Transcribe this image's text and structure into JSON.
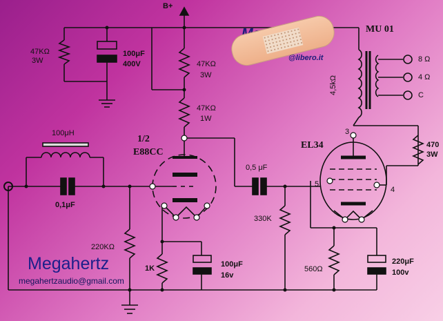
{
  "supply": "B+",
  "transformer": {
    "name": "MU 01",
    "primary_impedance": "4,5kΩ",
    "taps": [
      "8 Ω",
      "4 Ω",
      "C"
    ]
  },
  "stage1": {
    "tube_fraction": "1/2",
    "tube": "E88CC"
  },
  "stage2": {
    "tube": "EL34",
    "pins": [
      "3",
      "5",
      "4"
    ]
  },
  "components": {
    "r_decoupling": {
      "value": "47KΩ",
      "power": "3W"
    },
    "c_decoupling": {
      "value": "100μF",
      "voltage": "400V"
    },
    "r_anode_a": {
      "value": "47KΩ",
      "power": "3W"
    },
    "r_anode_b": {
      "value": "47KΩ",
      "power": "1W"
    },
    "inductor": "100μH",
    "c_input": "0,1μF",
    "r_grid": "220KΩ",
    "r_cathode1": "1K",
    "c_cathode1": {
      "value": "100μF",
      "voltage": "16v"
    },
    "c_coupling": "0,5 μF",
    "r_grid2": "330K",
    "r_g2": {
      "value": "470",
      "power": "3W"
    },
    "r_cathode2": "560Ω",
    "c_cathode2": {
      "value": "220μF",
      "voltage": "100v"
    }
  },
  "brand": "Megahertz",
  "email": "megahertzaudio@gmail.com",
  "watermark": {
    "text": "Mega",
    "suffix": "@libero.it"
  },
  "colors": {
    "background_start": "#9a1f8c",
    "background_end": "#f8cfe6",
    "ink": "#111111",
    "brand": "#1b1f8a"
  }
}
